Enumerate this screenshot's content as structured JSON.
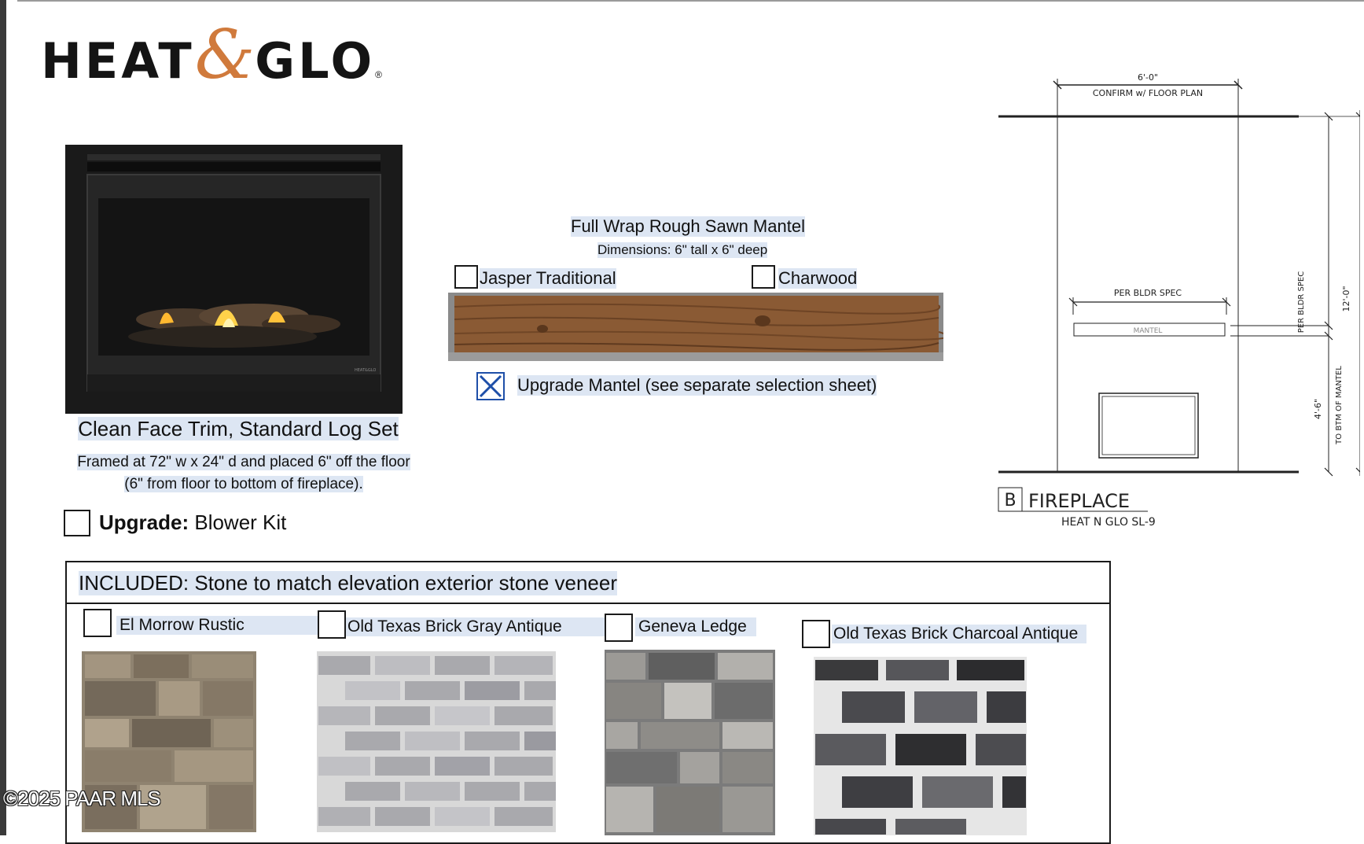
{
  "logo": {
    "word_left": "HEAT",
    "ampersand": "&",
    "word_right": "GLO",
    "registered": "®"
  },
  "fireplace": {
    "title": "Clean Face Trim, Standard Log Set",
    "subtitle_line1": "Framed at 72\" w x 24\" d and placed 6\" off the floor",
    "subtitle_line2": "(6\" from floor to bottom of fireplace).",
    "blower_prefix": "Upgrade:",
    "blower_label": " Blower Kit",
    "blower_checked": false
  },
  "mantel": {
    "title": "Full Wrap Rough Sawn Mantel",
    "dimensions": "Dimensions: 6\" tall x 6\" deep",
    "options": [
      {
        "label": "Jasper Traditional",
        "checked": false
      },
      {
        "label": "Charwood",
        "checked": false
      }
    ],
    "upgrade_label": "Upgrade Mantel (see separate selection sheet)",
    "upgrade_checked": true
  },
  "drawing": {
    "width_dim": "6'-0\"",
    "width_note": "CONFIRM w/ FLOOR PLAN",
    "mantel_dim_label": "PER BLDR SPEC",
    "mantel_label": "MANTEL",
    "height_total": "12'-0\"",
    "height_mantel": "PER BLDR SPEC",
    "height_lower": "4'-6\"",
    "height_lower_note": "TO BTM OF MANTEL",
    "tag": "B",
    "title": "FIREPLACE",
    "model": "HEAT N GLO SL-9"
  },
  "stone": {
    "header": "INCLUDED: Stone to match elevation exterior stone veneer",
    "options": [
      {
        "label": "El Morrow Rustic",
        "checked": false
      },
      {
        "label": "Old Texas Brick Gray Antique",
        "checked": false
      },
      {
        "label": "Geneva Ledge",
        "checked": false
      },
      {
        "label": "Old Texas Brick Charcoal Antique",
        "checked": false
      }
    ]
  },
  "watermark": "©2025 PAAR MLS",
  "colors": {
    "accent_highlight": "#dde6f3",
    "logo_amp": "#d07a3c",
    "check_x": "#1e4fa8"
  }
}
